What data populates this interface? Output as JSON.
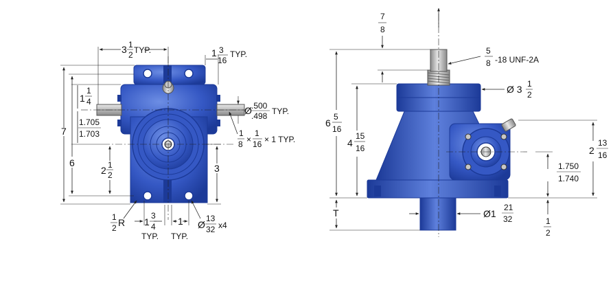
{
  "colors": {
    "body": "#3558c4",
    "body_dark": "#1c3a98",
    "body_light": "#6d8ee4",
    "steel": "#c7c7c7",
    "line": "#222222"
  },
  "left_view": {
    "w_top_whole": "3",
    "w_top_num": "1",
    "w_top_den": "2",
    "w_top_note": "TYP.",
    "flange_whole": "1",
    "flange_num": "3",
    "flange_den": "16",
    "flange_note": "TYP.",
    "small_whole": "1",
    "small_num": "1",
    "small_den": "4",
    "shaft_top": "1.705",
    "shaft_bot": "1.703",
    "height_7": "7",
    "height_6": "6",
    "mid_whole": "2",
    "mid_num": "1",
    "mid_den": "2",
    "right_3": "3",
    "dia_prefix": "Ø",
    "dia_top": ".500",
    "dia_bot": ".498",
    "dia_note": "TYP.",
    "key_n1": "1",
    "key_d1": "8",
    "key_x1": "×",
    "key_n2": "1",
    "key_d2": "16",
    "key_x2": "× 1 TYP.",
    "r_num": "1",
    "r_den": "2",
    "r_suffix": "R",
    "spac_whole": "1",
    "spac_num": "3",
    "spac_den": "4",
    "spac_note": "TYP.",
    "one": "1",
    "one_note": "TYP.",
    "hole_prefix": "Ø",
    "hole_num": "13",
    "hole_den": "32",
    "hole_suffix": "x4"
  },
  "right_view": {
    "top_num": "7",
    "top_den": "8",
    "thread_num": "5",
    "thread_den": "8",
    "thread_text": "-18 UNF-2A",
    "total_whole": "6",
    "total_num": "5",
    "total_den": "16",
    "cap_prefix": "Ø 3",
    "cap_num": "1",
    "cap_den": "2",
    "body_whole": "4",
    "body_num": "15",
    "body_den": "16",
    "side_whole": "2",
    "side_num": "13",
    "side_den": "16",
    "bore_top": "1.750",
    "bore_bot": "1.740",
    "t_label": "T",
    "shaft_prefix": "Ø1",
    "shaft_num": "21",
    "shaft_den": "32",
    "base_num": "1",
    "base_den": "2"
  }
}
